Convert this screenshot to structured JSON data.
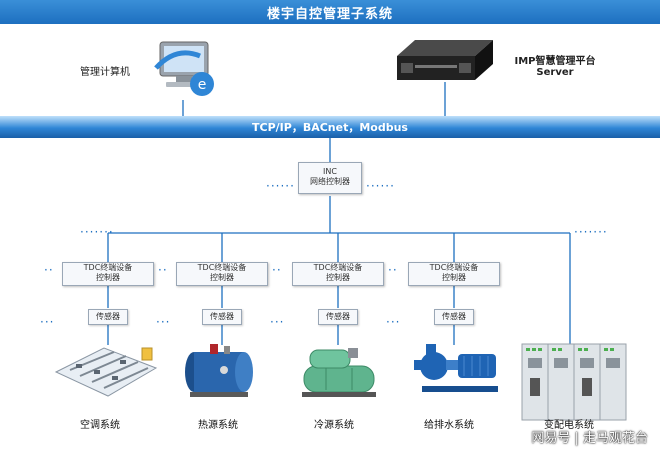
{
  "title": "楼宇自控管理子系统",
  "computer_label": "管理计算机",
  "server_label_1": "IMP智慧管理平台",
  "server_label_2": "Server",
  "bus_label": "TCP/IP，BACnet，Modbus",
  "inc_line1": "INC",
  "inc_line2": "网络控制器",
  "tdc_line1": "TDC终端设备",
  "tdc_line2": "控制器",
  "sensor_label": "传感器",
  "systems": [
    "空调系统",
    "热源系统",
    "冷源系统",
    "给排水系统",
    "变配电系统"
  ],
  "watermark": "网易号 | 走马观花台",
  "colors": {
    "accent": "#1d6fc0",
    "line": "#1d6fc0"
  }
}
